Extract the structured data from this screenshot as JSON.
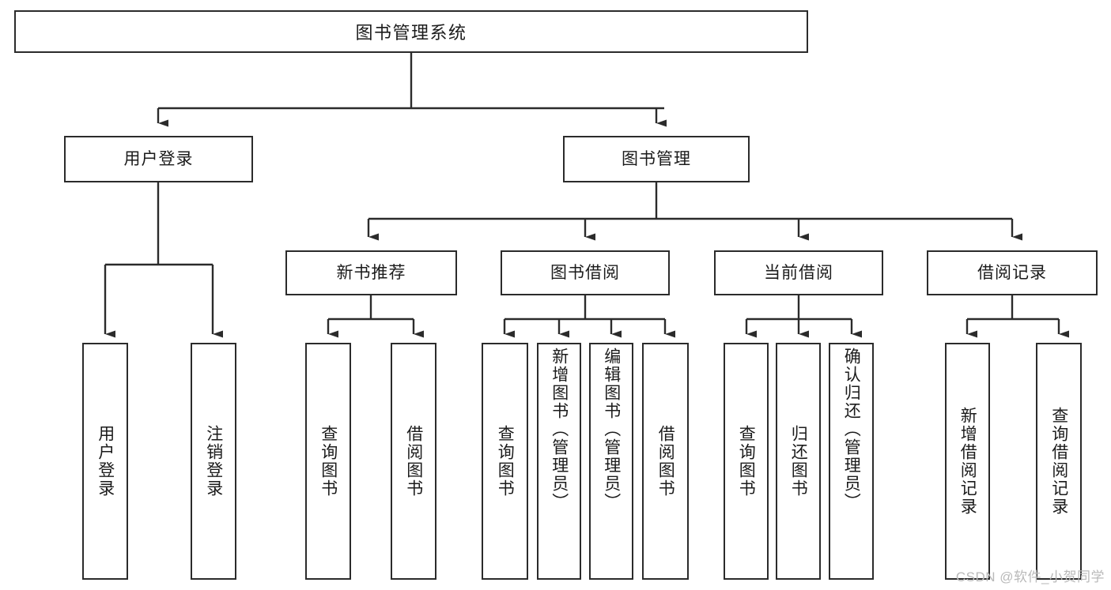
{
  "diagram": {
    "type": "tree-hierarchy-chart",
    "title_node": {
      "label": "图书管理系统"
    },
    "level2": [
      {
        "id": "user-login",
        "label": "用户登录"
      },
      {
        "id": "book-management",
        "label": "图书管理"
      }
    ],
    "level3": [
      {
        "id": "new-book-recommend",
        "label": "新书推荐"
      },
      {
        "id": "book-borrow",
        "label": "图书借阅"
      },
      {
        "id": "current-borrow",
        "label": "当前借阅"
      },
      {
        "id": "borrow-record",
        "label": "借阅记录"
      }
    ],
    "leaves": {
      "user_login": [
        {
          "id": "leaf-user-login",
          "label": "用户登录"
        },
        {
          "id": "leaf-logout-login",
          "label": "注销登录"
        }
      ],
      "new_book_recommend": [
        {
          "id": "leaf-query-book-1",
          "label": "查询图书"
        },
        {
          "id": "leaf-borrow-book-1",
          "label": "借阅图书"
        }
      ],
      "book_borrow": [
        {
          "id": "leaf-query-book-2",
          "label": "查询图书"
        },
        {
          "id": "leaf-add-book",
          "label": "新增图书（管理员）"
        },
        {
          "id": "leaf-edit-book",
          "label": "编辑图书（管理员）"
        },
        {
          "id": "leaf-borrow-book-2",
          "label": "借阅图书"
        }
      ],
      "current_borrow": [
        {
          "id": "leaf-query-book-3",
          "label": "查询图书"
        },
        {
          "id": "leaf-return-book",
          "label": "归还图书"
        },
        {
          "id": "leaf-confirm-return",
          "label": "确认归还（管理员）"
        }
      ],
      "borrow_record": [
        {
          "id": "leaf-add-record",
          "label": "新增借阅记录"
        },
        {
          "id": "leaf-query-record",
          "label": "查询借阅记录"
        }
      ]
    }
  },
  "watermark": {
    "text": "CSDN @软件_小贺同学"
  },
  "colors": {
    "stroke": "#2b2b2b",
    "background": "#ffffff",
    "text": "#1b1b1b",
    "watermark": "#b9b9b9"
  }
}
